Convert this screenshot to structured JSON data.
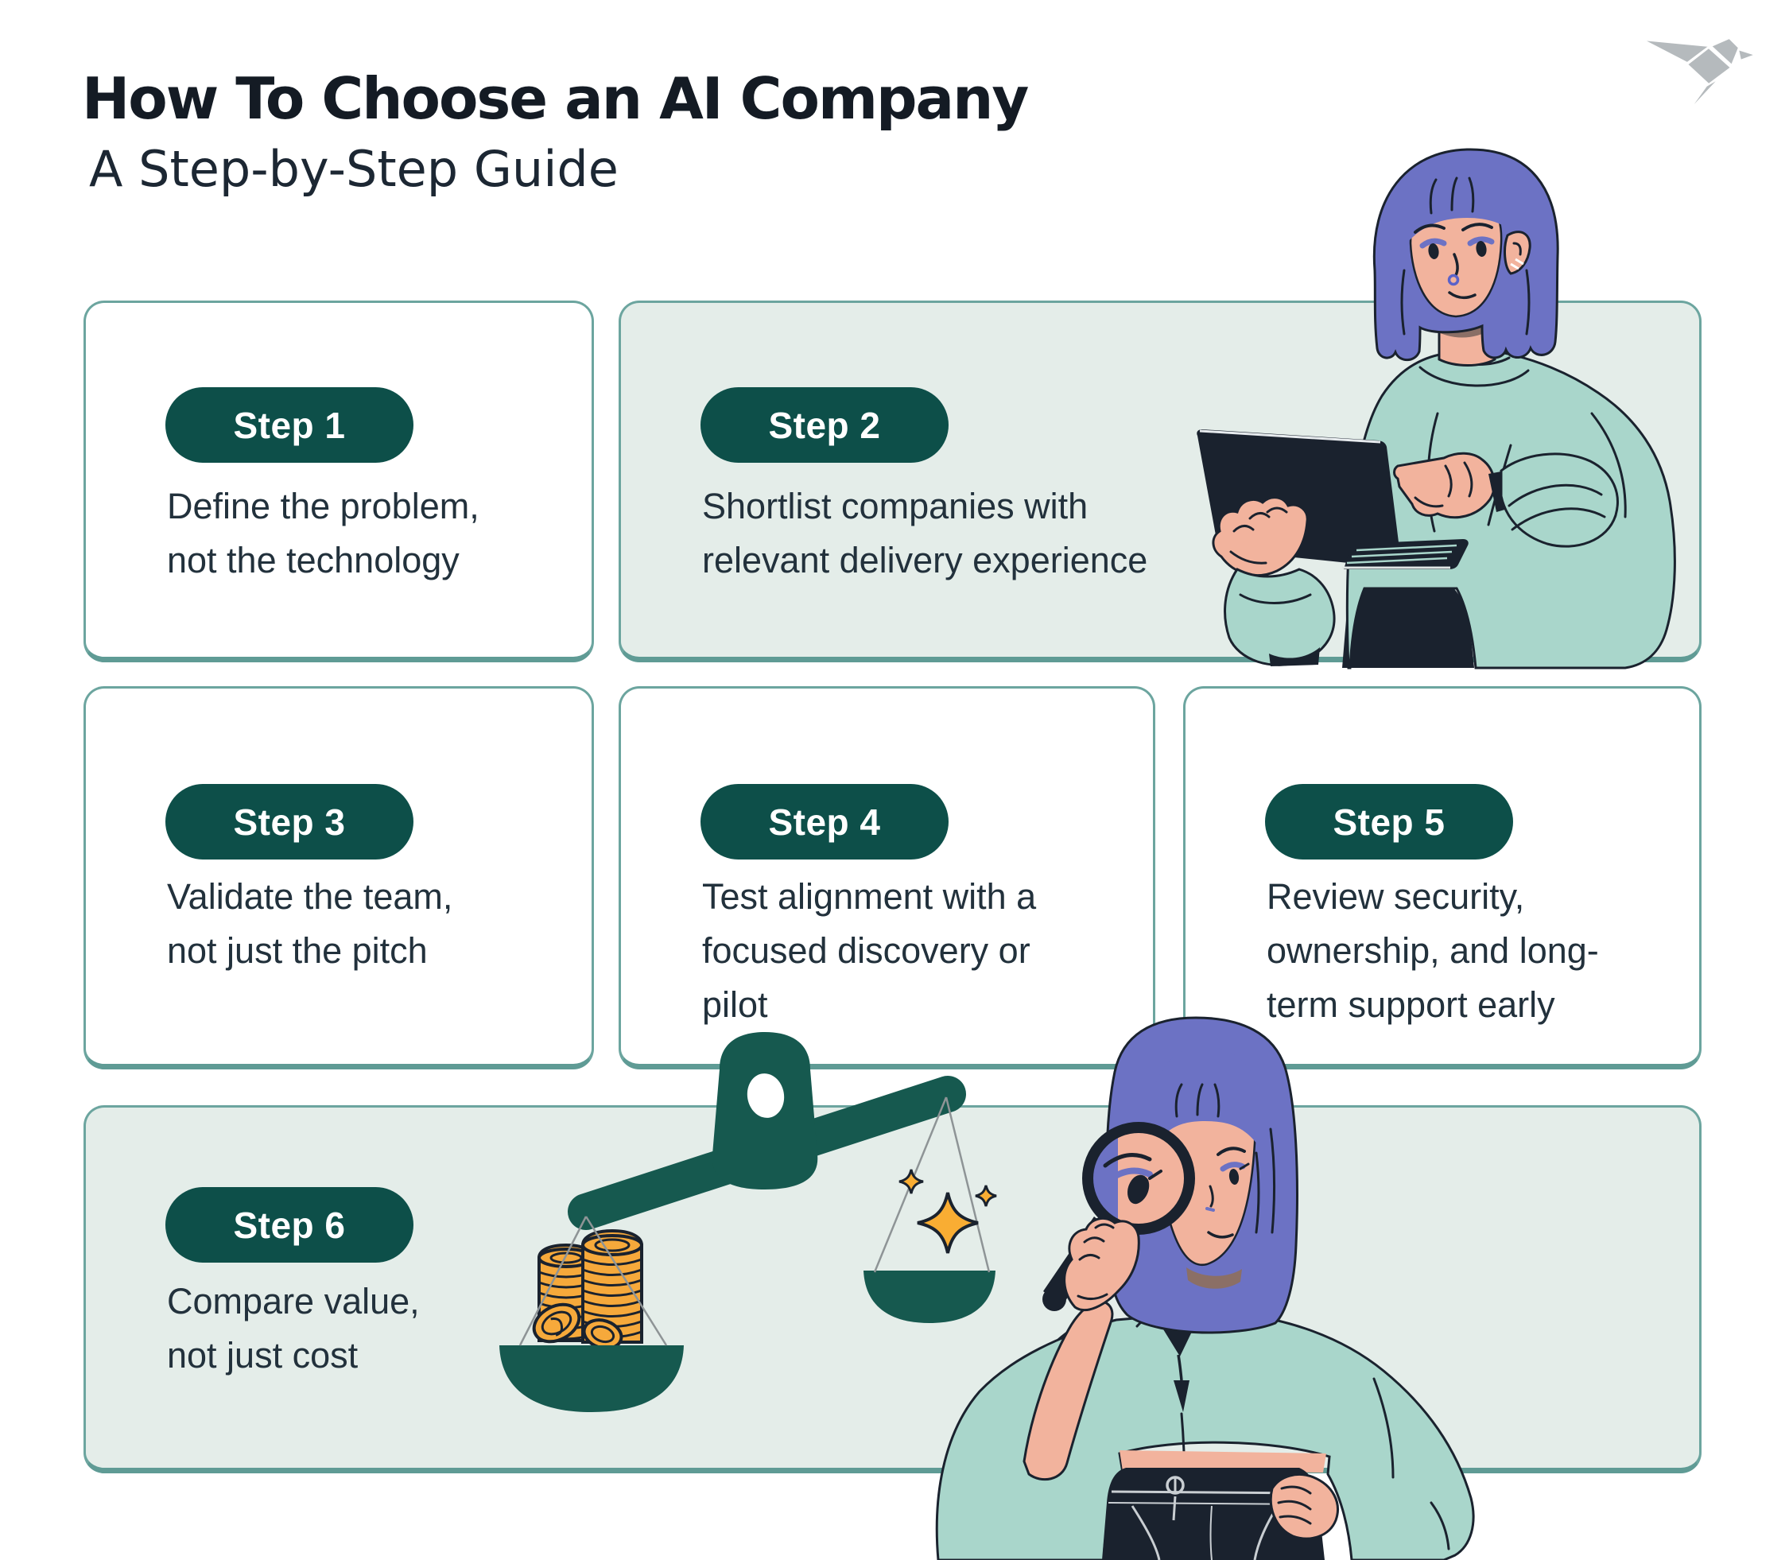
{
  "header": {
    "title": "How To Choose an AI Company",
    "subtitle": "A Step-by-Step Guide"
  },
  "logo": {
    "icon": "origami-bird"
  },
  "steps": [
    {
      "label": "Step 1",
      "text": "Define the problem,\nnot the technology"
    },
    {
      "label": "Step 2",
      "text": "Shortlist companies with\nrelevant delivery experience"
    },
    {
      "label": "Step 3",
      "text": "Validate the team,\nnot just the pitch"
    },
    {
      "label": "Step 4",
      "text": "Test alignment with a\nfocused discovery or\npilot"
    },
    {
      "label": "Step 5",
      "text": "Review security,\nownership, and long-\nterm support early"
    },
    {
      "label": "Step 6",
      "text": "Compare value,\nnot just cost"
    }
  ],
  "colors": {
    "ink": "#141b24",
    "ink2": "#1c2733",
    "body-ink": "#22313c",
    "border": "#6ca59f",
    "border-dark": "#5f9b95",
    "mint": "#e4ede9",
    "pill": "#0d4f49",
    "scale-teal": "#16594f",
    "navy": "#1a222e",
    "skin": "#f2b39d",
    "hair": "#6c72c4",
    "sweater": "#a9d6cb",
    "coin": "#f6a93b",
    "sparkle": "#f9ad33",
    "string": "#8e9496",
    "seam": "#c9ced2",
    "shadow": "#8b6f66",
    "bird": "#b5babd"
  }
}
